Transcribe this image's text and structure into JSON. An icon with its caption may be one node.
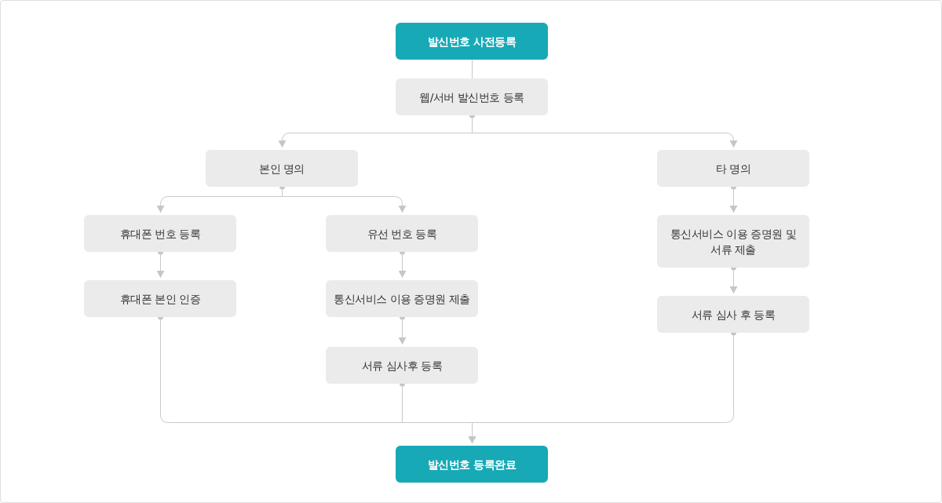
{
  "diagram": {
    "nodes": [
      {
        "text": [
          "발신번호 사전등록"
        ]
      },
      {
        "text": [
          "웹/서버 발신번호 등록"
        ]
      },
      {
        "text": [
          "본인 명의"
        ]
      },
      {
        "text": [
          "타 명의"
        ]
      },
      {
        "text": [
          "휴대폰 번호 등록"
        ]
      },
      {
        "text": [
          "유선 번호 등록"
        ]
      },
      {
        "text": [
          "통신서비스 이용 증명원 및 서류 제출"
        ]
      },
      {
        "text": [
          "휴대폰 본인 인증"
        ]
      },
      {
        "text": [
          "통신서비스 이용 증명원 제출"
        ]
      },
      {
        "text": [
          "서류 심사 후 등록"
        ]
      },
      {
        "text": [
          "서류 심사후 등록"
        ]
      },
      {
        "text": [
          "발신번호 등록완료"
        ]
      }
    ],
    "edges": [
      {
        "from": 0,
        "to": 1,
        "arrow": "none"
      },
      {
        "from": 1,
        "to": 2,
        "arrow": "to"
      },
      {
        "from": 1,
        "to": 3,
        "arrow": "to"
      },
      {
        "from": 2,
        "to": 4,
        "arrow": "to"
      },
      {
        "from": 2,
        "to": 5,
        "arrow": "to"
      },
      {
        "from": 3,
        "to": 6,
        "arrow": "to"
      },
      {
        "from": 4,
        "to": 7,
        "arrow": "to"
      },
      {
        "from": 5,
        "to": 8,
        "arrow": "to"
      },
      {
        "from": 6,
        "to": 9,
        "arrow": "to"
      },
      {
        "from": 8,
        "to": 10,
        "arrow": "to"
      },
      {
        "from": 7,
        "to": 11,
        "arrow": "to"
      },
      {
        "from": 10,
        "to": 11,
        "arrow": "to"
      },
      {
        "from": 9,
        "to": 11,
        "arrow": "to"
      }
    ]
  }
}
